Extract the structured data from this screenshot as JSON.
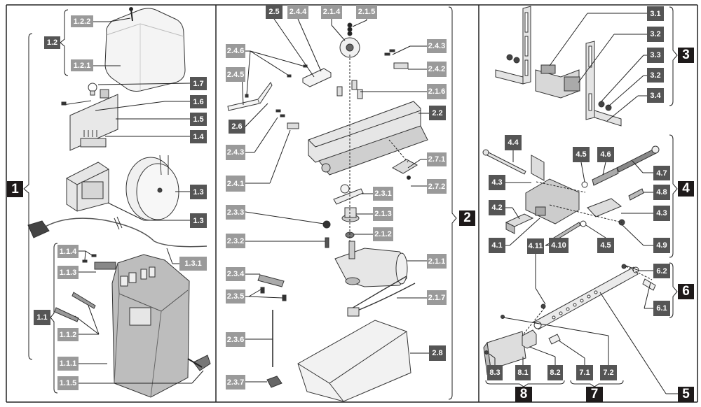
{
  "diagram": {
    "type": "exploded parts diagram",
    "groups": [
      {
        "id": "1",
        "label": "1"
      },
      {
        "id": "2",
        "label": "2"
      },
      {
        "id": "3",
        "label": "3"
      },
      {
        "id": "4",
        "label": "4"
      },
      {
        "id": "5",
        "label": "5"
      },
      {
        "id": "6",
        "label": "6"
      },
      {
        "id": "7",
        "label": "7"
      },
      {
        "id": "8",
        "label": "8"
      }
    ],
    "labels": {
      "l_1_2_2": "1.2.2",
      "l_1_2": "1.2",
      "l_1_2_1": "1.2.1",
      "l_1_7": "1.7",
      "l_1_6": "1.6",
      "l_1_5": "1.5",
      "l_1_4": "1.4",
      "l_1": "1",
      "l_1_3a": "1.3",
      "l_1_3b": "1.3",
      "l_1_1_4": "1.1.4",
      "l_1_1_3": "1.1.3",
      "l_1_3_1": "1.3.1",
      "l_1_1": "1.1",
      "l_1_1_2": "1.1.2",
      "l_1_1_1": "1.1.1",
      "l_1_1_5": "1.1.5",
      "l_2_5": "2.5",
      "l_2_4_4": "2.4.4",
      "l_2_1_4": "2.1.4",
      "l_2_1_5": "2.1.5",
      "l_2_4_6": "2.4.6",
      "l_2_4_3a": "2.4.3",
      "l_2_4_5": "2.4.5",
      "l_2_4_2": "2.4.2",
      "l_2_1_6": "2.1.6",
      "l_2_6": "2.6",
      "l_2_2": "2.2",
      "l_2_4_3b": "2.4.3",
      "l_2_7_1": "2.7.1",
      "l_2_4_1": "2.4.1",
      "l_2_7_2": "2.7.2",
      "l_2_3_1": "2.3.1",
      "l_2": "2",
      "l_2_3_3": "2.3.3",
      "l_2_1_3": "2.1.3",
      "l_2_1_2": "2.1.2",
      "l_2_3_2": "2.3.2",
      "l_2_1_1": "2.1.1",
      "l_2_3_4": "2.3.4",
      "l_2_3_5": "2.3.5",
      "l_2_1_7": "2.1.7",
      "l_2_3_6": "2.3.6",
      "l_2_8": "2.8",
      "l_2_3_7": "2.3.7",
      "l_3_1": "3.1",
      "l_3_2a": "3.2",
      "l_3_3": "3.3",
      "l_3": "3",
      "l_3_2b": "3.2",
      "l_3_4": "3.4",
      "l_4_4": "4.4",
      "l_4_5a": "4.5",
      "l_4_6": "4.6",
      "l_4_7": "4.7",
      "l_4_3a": "4.3",
      "l_4": "4",
      "l_4_8": "4.8",
      "l_4_2": "4.2",
      "l_4_3b": "4.3",
      "l_4_1": "4.1",
      "l_4_10": "4.10",
      "l_4_5b": "4.5",
      "l_4_9": "4.9",
      "l_4_11": "4.11",
      "l_6_2": "6.2",
      "l_6": "6",
      "l_6_1": "6.1",
      "l_8_3": "8.3",
      "l_8_1": "8.1",
      "l_8_2": "8.2",
      "l_7_1": "7.1",
      "l_7_2": "7.2",
      "l_8": "8",
      "l_7": "7",
      "l_5": "5"
    }
  }
}
